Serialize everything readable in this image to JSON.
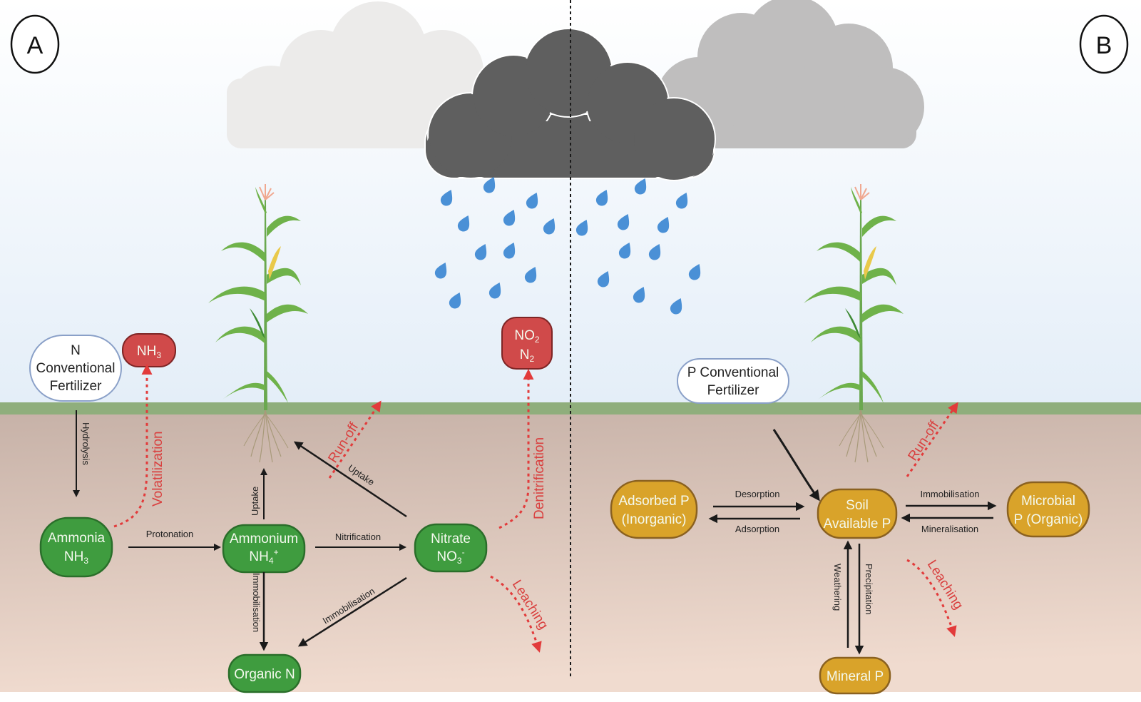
{
  "panels": [
    {
      "id": "A",
      "label": "A"
    },
    {
      "id": "B",
      "label": "B"
    }
  ],
  "colors": {
    "sky_top": "#ffffff",
    "sky_bottom": "#e6f0f9",
    "grass": "#8fae7c",
    "soil_top": "#c9b3a8",
    "soil_bottom": "#efd9cd",
    "n_node": "#3f9c3f",
    "n_node_border": "#2a6e2a",
    "p_node": "#d9a32a",
    "p_node_border": "#8a6120",
    "gas_node": "#d04a4a",
    "gas_node_border": "#7e2525",
    "loss_arrow": "#e23b3b",
    "flow_arrow": "#1a1a1a",
    "rain": "#4a90d6",
    "storm_cloud": "#5e5e5e",
    "light_cloud": "#eceaea",
    "grey_cloud": "#bdbcbc"
  },
  "nitrogen": {
    "source": {
      "lines": [
        "N",
        "Conventional",
        "Fertilizer"
      ]
    },
    "gases": {
      "ammonia_gas": {
        "html": "NH",
        "sub": "3"
      },
      "denitrification_gas": {
        "line1": "NO",
        "sub1": "2",
        "line2": "N",
        "sub2": "2"
      }
    },
    "nodes": {
      "ammonia": {
        "name": "Ammonia",
        "formula": "NH",
        "sub": "3",
        "sup": ""
      },
      "ammonium": {
        "name": "Ammonium",
        "formula": "NH",
        "sub": "4",
        "sup": "+"
      },
      "nitrate": {
        "name": "Nitrate",
        "formula": "NO",
        "sub": "3",
        "sup": "-"
      },
      "organic": {
        "name": "Organic N"
      }
    },
    "edges": {
      "hydrolysis": "Hydrolysis",
      "protonation": "Protonation",
      "nitrification": "Nitrification",
      "uptake_ammonium": "Uptake",
      "uptake_nitrate": "Uptake",
      "immobilisation_ammonium": "Immobilisation",
      "immobilisation_nitrate": "Immobilisation"
    },
    "losses": {
      "volatilization": "Volatilization",
      "runoff": "Run-off",
      "denitrification": "Denitrification",
      "leaching": "Leaching"
    }
  },
  "phosphorus": {
    "source": {
      "lines": [
        "P Conventional",
        "Fertilizer"
      ]
    },
    "nodes": {
      "adsorbed": {
        "lines": [
          "Adsorbed P",
          "(Inorganic)"
        ]
      },
      "soil_available": {
        "lines": [
          "Soil",
          "Available P"
        ]
      },
      "microbial": {
        "lines": [
          "Microbial",
          "P (Organic)"
        ]
      },
      "mineral": {
        "lines": [
          "Mineral P"
        ]
      }
    },
    "edges": {
      "desorption": "Desorption",
      "adsorption": "Adsorption",
      "immobilisation": "Immobilisation",
      "mineralisation": "Mineralisation",
      "weathering": "Weathering",
      "precipitation": "Precipitation"
    },
    "losses": {
      "runoff": "Run-off",
      "leaching": "Leaching"
    }
  }
}
